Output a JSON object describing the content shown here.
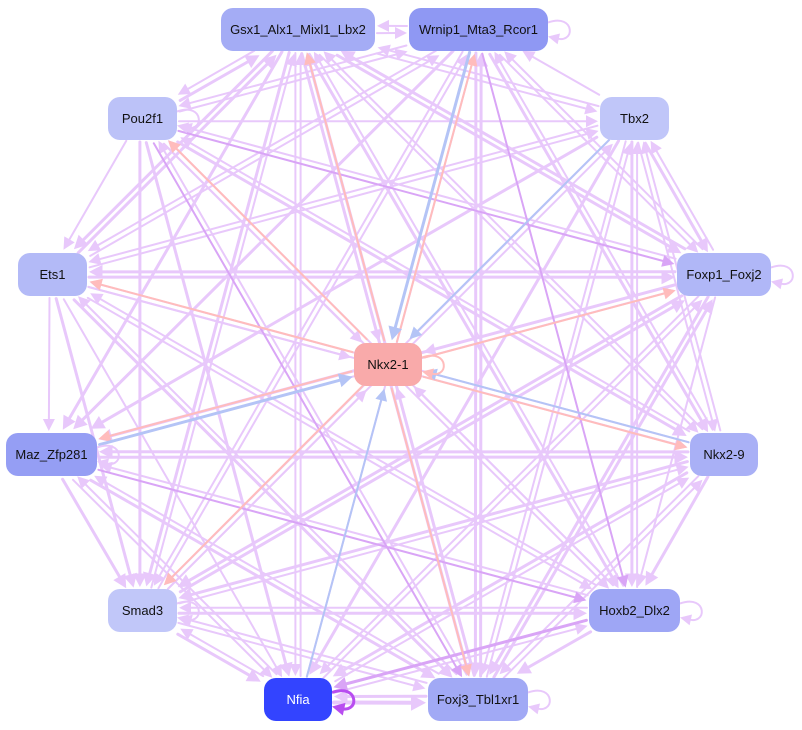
{
  "diagram": {
    "type": "gene-regulatory-network",
    "nodes": [
      {
        "id": "gsx1",
        "label": "Gsx1_Alx1_Mixl1_Lbx2",
        "color": "#a4acf5",
        "text_color": "#111111"
      },
      {
        "id": "wrnip1",
        "label": "Wrnip1_Mta3_Rcor1",
        "color": "#8f98f3",
        "text_color": "#111111"
      },
      {
        "id": "pou2f1",
        "label": "Pou2f1",
        "color": "#bcc2f8",
        "text_color": "#111111"
      },
      {
        "id": "tbx2",
        "label": "Tbx2",
        "color": "#c0c6f9",
        "text_color": "#111111"
      },
      {
        "id": "ets1",
        "label": "Ets1",
        "color": "#b3baf7",
        "text_color": "#111111"
      },
      {
        "id": "foxp1",
        "label": "Foxp1_Foxj2",
        "color": "#b0b7f7",
        "text_color": "#111111"
      },
      {
        "id": "nkx21",
        "label": "Nkx2-1",
        "color": "#f9aaaa",
        "text_color": "#111111"
      },
      {
        "id": "maz",
        "label": "Maz_Zfp281",
        "color": "#959ef4",
        "text_color": "#111111"
      },
      {
        "id": "nkx29",
        "label": "Nkx2-9",
        "color": "#a9b0f6",
        "text_color": "#111111"
      },
      {
        "id": "smad3",
        "label": "Smad3",
        "color": "#c1c7f9",
        "text_color": "#111111"
      },
      {
        "id": "hoxb2",
        "label": "Hoxb2_Dlx2",
        "color": "#9ea6f5",
        "text_color": "#111111"
      },
      {
        "id": "nfia",
        "label": "Nfia",
        "color": "#3344ff",
        "text_color": "#ffffff"
      },
      {
        "id": "foxj3",
        "label": "Foxj3_Tbl1xr1",
        "color": "#a1a9f5",
        "text_color": "#111111"
      }
    ],
    "edge_colors": {
      "regulation": "#e8c8fb",
      "strong": "#d9a5f6",
      "activation": "#ffbcbc",
      "repression": "#b4c4f6",
      "self_loop_strong": "#b84df0"
    },
    "edges": [
      {
        "from": "ets1",
        "to": "foxp1",
        "kind": "regulation",
        "w": 3
      },
      {
        "from": "foxp1",
        "to": "ets1",
        "kind": "regulation",
        "w": 3
      },
      {
        "from": "ets1",
        "to": "nkx29",
        "kind": "regulation",
        "w": 2
      },
      {
        "from": "ets1",
        "to": "hoxb2",
        "kind": "regulation",
        "w": 2
      },
      {
        "from": "ets1",
        "to": "foxj3",
        "kind": "regulation",
        "w": 3
      },
      {
        "from": "ets1",
        "to": "nfia",
        "kind": "regulation",
        "w": 2
      },
      {
        "from": "ets1",
        "to": "smad3",
        "kind": "regulation",
        "w": 3
      },
      {
        "from": "ets1",
        "to": "maz",
        "kind": "regulation",
        "w": 2
      },
      {
        "from": "ets1",
        "to": "gsx1",
        "kind": "regulation",
        "w": 3
      },
      {
        "from": "ets1",
        "to": "wrnip1",
        "kind": "regulation",
        "w": 2
      },
      {
        "from": "ets1",
        "to": "tbx2",
        "kind": "regulation",
        "w": 2
      },
      {
        "from": "pou2f1",
        "to": "foxp1",
        "kind": "strong",
        "w": 2
      },
      {
        "from": "pou2f1",
        "to": "nkx29",
        "kind": "regulation",
        "w": 3
      },
      {
        "from": "pou2f1",
        "to": "hoxb2",
        "kind": "regulation",
        "w": 2
      },
      {
        "from": "pou2f1",
        "to": "foxj3",
        "kind": "strong",
        "w": 2
      },
      {
        "from": "pou2f1",
        "to": "nfia",
        "kind": "regulation",
        "w": 3
      },
      {
        "from": "pou2f1",
        "to": "smad3",
        "kind": "regulation",
        "w": 3
      },
      {
        "from": "pou2f1",
        "to": "ets1",
        "kind": "regulation",
        "w": 2
      },
      {
        "from": "pou2f1",
        "to": "gsx1",
        "kind": "regulation",
        "w": 3
      },
      {
        "from": "pou2f1",
        "to": "wrnip1",
        "kind": "regulation",
        "w": 2
      },
      {
        "from": "pou2f1",
        "to": "tbx2",
        "kind": "regulation",
        "w": 2
      },
      {
        "from": "gsx1",
        "to": "wrnip1",
        "kind": "regulation",
        "w": 2
      },
      {
        "from": "wrnip1",
        "to": "gsx1",
        "kind": "regulation",
        "w": 2
      },
      {
        "from": "gsx1",
        "to": "foxp1",
        "kind": "regulation",
        "w": 3
      },
      {
        "from": "gsx1",
        "to": "nkx29",
        "kind": "regulation",
        "w": 2
      },
      {
        "from": "gsx1",
        "to": "hoxb2",
        "kind": "regulation",
        "w": 3
      },
      {
        "from": "gsx1",
        "to": "foxj3",
        "kind": "regulation",
        "w": 3
      },
      {
        "from": "gsx1",
        "to": "nfia",
        "kind": "regulation",
        "w": 2
      },
      {
        "from": "gsx1",
        "to": "smad3",
        "kind": "regulation",
        "w": 3
      },
      {
        "from": "gsx1",
        "to": "maz",
        "kind": "regulation",
        "w": 3
      },
      {
        "from": "gsx1",
        "to": "ets1",
        "kind": "regulation",
        "w": 3
      },
      {
        "from": "gsx1",
        "to": "pou2f1",
        "kind": "regulation",
        "w": 2
      },
      {
        "from": "gsx1",
        "to": "tbx2",
        "kind": "regulation",
        "w": 2
      },
      {
        "from": "wrnip1",
        "to": "hoxb2",
        "kind": "strong",
        "w": 2
      },
      {
        "from": "wrnip1",
        "to": "nkx29",
        "kind": "regulation",
        "w": 3
      },
      {
        "from": "wrnip1",
        "to": "foxp1",
        "kind": "regulation",
        "w": 2
      },
      {
        "from": "wrnip1",
        "to": "foxj3",
        "kind": "regulation",
        "w": 3
      },
      {
        "from": "wrnip1",
        "to": "smad3",
        "kind": "regulation",
        "w": 2
      },
      {
        "from": "wrnip1",
        "to": "maz",
        "kind": "regulation",
        "w": 3
      },
      {
        "from": "wrnip1",
        "to": "ets1",
        "kind": "regulation",
        "w": 2
      },
      {
        "from": "wrnip1",
        "to": "pou2f1",
        "kind": "regulation",
        "w": 2
      },
      {
        "from": "tbx2",
        "to": "wrnip1",
        "kind": "regulation",
        "w": 2
      },
      {
        "from": "tbx2",
        "to": "gsx1",
        "kind": "regulation",
        "w": 2
      },
      {
        "from": "tbx2",
        "to": "foxp1",
        "kind": "regulation",
        "w": 3
      },
      {
        "from": "tbx2",
        "to": "nkx29",
        "kind": "regulation",
        "w": 2
      },
      {
        "from": "tbx2",
        "to": "hoxb2",
        "kind": "regulation",
        "w": 3
      },
      {
        "from": "tbx2",
        "to": "foxj3",
        "kind": "regulation",
        "w": 2
      },
      {
        "from": "tbx2",
        "to": "nfia",
        "kind": "regulation",
        "w": 3
      },
      {
        "from": "tbx2",
        "to": "smad3",
        "kind": "regulation",
        "w": 2
      },
      {
        "from": "tbx2",
        "to": "maz",
        "kind": "regulation",
        "w": 3
      },
      {
        "from": "tbx2",
        "to": "ets1",
        "kind": "regulation",
        "w": 2
      },
      {
        "from": "foxp1",
        "to": "gsx1",
        "kind": "regulation",
        "w": 3
      },
      {
        "from": "foxp1",
        "to": "wrnip1",
        "kind": "regulation",
        "w": 2
      },
      {
        "from": "foxp1",
        "to": "tbx2",
        "kind": "regulation",
        "w": 2
      },
      {
        "from": "foxp1",
        "to": "pou2f1",
        "kind": "regulation",
        "w": 2
      },
      {
        "from": "foxp1",
        "to": "maz",
        "kind": "regulation",
        "w": 3
      },
      {
        "from": "foxp1",
        "to": "smad3",
        "kind": "regulation",
        "w": 3
      },
      {
        "from": "foxp1",
        "to": "nfia",
        "kind": "regulation",
        "w": 2
      },
      {
        "from": "foxp1",
        "to": "foxj3",
        "kind": "regulation",
        "w": 3
      },
      {
        "from": "foxp1",
        "to": "hoxb2",
        "kind": "regulation",
        "w": 2
      },
      {
        "from": "maz",
        "to": "nkx29",
        "kind": "regulation",
        "w": 3
      },
      {
        "from": "nkx29",
        "to": "maz",
        "kind": "regulation",
        "w": 3
      },
      {
        "from": "maz",
        "to": "hoxb2",
        "kind": "strong",
        "w": 2
      },
      {
        "from": "maz",
        "to": "foxj3",
        "kind": "regulation",
        "w": 3
      },
      {
        "from": "maz",
        "to": "nfia",
        "kind": "regulation",
        "w": 2
      },
      {
        "from": "maz",
        "to": "smad3",
        "kind": "regulation",
        "w": 3
      },
      {
        "from": "maz",
        "to": "foxp1",
        "kind": "regulation",
        "w": 2
      },
      {
        "from": "nkx29",
        "to": "smad3",
        "kind": "regulation",
        "w": 3
      },
      {
        "from": "nkx29",
        "to": "nfia",
        "kind": "regulation",
        "w": 3
      },
      {
        "from": "nkx29",
        "to": "foxj3",
        "kind": "regulation",
        "w": 2
      },
      {
        "from": "nkx29",
        "to": "hoxb2",
        "kind": "regulation",
        "w": 3
      },
      {
        "from": "nkx29",
        "to": "ets1",
        "kind": "regulation",
        "w": 2
      },
      {
        "from": "nkx29",
        "to": "pou2f1",
        "kind": "regulation",
        "w": 2
      },
      {
        "from": "nkx29",
        "to": "gsx1",
        "kind": "regulation",
        "w": 2
      },
      {
        "from": "nkx29",
        "to": "wrnip1",
        "kind": "regulation",
        "w": 2
      },
      {
        "from": "nkx29",
        "to": "tbx2",
        "kind": "regulation",
        "w": 2
      },
      {
        "from": "smad3",
        "to": "hoxb2",
        "kind": "regulation",
        "w": 3
      },
      {
        "from": "hoxb2",
        "to": "smad3",
        "kind": "regulation",
        "w": 2
      },
      {
        "from": "smad3",
        "to": "nfia",
        "kind": "regulation",
        "w": 3
      },
      {
        "from": "smad3",
        "to": "foxj3",
        "kind": "regulation",
        "w": 2
      },
      {
        "from": "smad3",
        "to": "foxp1",
        "kind": "regulation",
        "w": 3
      },
      {
        "from": "smad3",
        "to": "nkx29",
        "kind": "regulation",
        "w": 2
      },
      {
        "from": "smad3",
        "to": "tbx2",
        "kind": "regulation",
        "w": 2
      },
      {
        "from": "smad3",
        "to": "wrnip1",
        "kind": "regulation",
        "w": 2
      },
      {
        "from": "smad3",
        "to": "gsx1",
        "kind": "regulation",
        "w": 2
      },
      {
        "from": "hoxb2",
        "to": "nfia",
        "kind": "strong",
        "w": 3
      },
      {
        "from": "hoxb2",
        "to": "foxj3",
        "kind": "regulation",
        "w": 3
      },
      {
        "from": "hoxb2",
        "to": "maz",
        "kind": "regulation",
        "w": 2
      },
      {
        "from": "hoxb2",
        "to": "ets1",
        "kind": "regulation",
        "w": 2
      },
      {
        "from": "hoxb2",
        "to": "pou2f1",
        "kind": "regulation",
        "w": 2
      },
      {
        "from": "hoxb2",
        "to": "gsx1",
        "kind": "regulation",
        "w": 2
      },
      {
        "from": "hoxb2",
        "to": "tbx2",
        "kind": "regulation",
        "w": 2
      },
      {
        "from": "nfia",
        "to": "foxj3",
        "kind": "regulation",
        "w": 4
      },
      {
        "from": "foxj3",
        "to": "nfia",
        "kind": "regulation",
        "w": 3
      },
      {
        "from": "nfia",
        "to": "hoxb2",
        "kind": "regulation",
        "w": 2
      },
      {
        "from": "nfia",
        "to": "smad3",
        "kind": "regulation",
        "w": 2
      },
      {
        "from": "nfia",
        "to": "maz",
        "kind": "regulation",
        "w": 2
      },
      {
        "from": "nfia",
        "to": "foxp1",
        "kind": "regulation",
        "w": 2
      },
      {
        "from": "nfia",
        "to": "nkx29",
        "kind": "regulation",
        "w": 2
      },
      {
        "from": "nfia",
        "to": "gsx1",
        "kind": "regulation",
        "w": 2
      },
      {
        "from": "nfia",
        "to": "wrnip1",
        "kind": "regulation",
        "w": 2
      },
      {
        "from": "foxj3",
        "to": "smad3",
        "kind": "regulation",
        "w": 2
      },
      {
        "from": "foxj3",
        "to": "maz",
        "kind": "regulation",
        "w": 2
      },
      {
        "from": "foxj3",
        "to": "foxp1",
        "kind": "regulation",
        "w": 3
      },
      {
        "from": "foxj3",
        "to": "nkx29",
        "kind": "regulation",
        "w": 2
      },
      {
        "from": "foxj3",
        "to": "gsx1",
        "kind": "regulation",
        "w": 3
      },
      {
        "from": "foxj3",
        "to": "wrnip1",
        "kind": "regulation",
        "w": 3
      },
      {
        "from": "foxj3",
        "to": "tbx2",
        "kind": "regulation",
        "w": 2
      },
      {
        "from": "foxj3",
        "to": "pou2f1",
        "kind": "regulation",
        "w": 2
      },
      {
        "from": "foxj3",
        "to": "ets1",
        "kind": "regulation",
        "w": 2
      },
      {
        "from": "nkx21",
        "to": "ets1",
        "kind": "activation",
        "w": 2
      },
      {
        "from": "nkx21",
        "to": "foxp1",
        "kind": "activation",
        "w": 2
      },
      {
        "from": "nkx21",
        "to": "smad3",
        "kind": "activation",
        "w": 2
      },
      {
        "from": "nkx21",
        "to": "maz",
        "kind": "activation",
        "w": 2
      },
      {
        "from": "nkx21",
        "to": "nkx29",
        "kind": "activation",
        "w": 2
      },
      {
        "from": "nkx21",
        "to": "pou2f1",
        "kind": "activation",
        "w": 2
      },
      {
        "from": "nkx21",
        "to": "wrnip1",
        "kind": "activation",
        "w": 2
      },
      {
        "from": "nkx21",
        "to": "foxj3",
        "kind": "activation",
        "w": 2
      },
      {
        "from": "nkx21",
        "to": "gsx1",
        "kind": "activation",
        "w": 2
      },
      {
        "from": "nfia",
        "to": "nkx21",
        "kind": "repression",
        "w": 2
      },
      {
        "from": "maz",
        "to": "nkx21",
        "kind": "repression",
        "w": 3
      },
      {
        "from": "wrnip1",
        "to": "nkx21",
        "kind": "repression",
        "w": 3
      },
      {
        "from": "tbx2",
        "to": "nkx21",
        "kind": "repression",
        "w": 2
      },
      {
        "from": "nkx29",
        "to": "nkx21",
        "kind": "repression",
        "w": 2
      },
      {
        "from": "gsx1",
        "to": "nkx21",
        "kind": "regulation",
        "w": 2
      },
      {
        "from": "pou2f1",
        "to": "nkx21",
        "kind": "regulation",
        "w": 2
      },
      {
        "from": "ets1",
        "to": "nkx21",
        "kind": "regulation",
        "w": 2
      },
      {
        "from": "smad3",
        "to": "nkx21",
        "kind": "regulation",
        "w": 2
      },
      {
        "from": "hoxb2",
        "to": "nkx21",
        "kind": "regulation",
        "w": 2
      },
      {
        "from": "foxj3",
        "to": "nkx21",
        "kind": "regulation",
        "w": 2
      },
      {
        "from": "foxp1",
        "to": "nkx21",
        "kind": "regulation",
        "w": 2
      }
    ],
    "self_loops": [
      {
        "node": "wrnip1",
        "kind": "regulation",
        "w": 2
      },
      {
        "node": "pou2f1",
        "kind": "regulation",
        "w": 2
      },
      {
        "node": "foxp1",
        "kind": "regulation",
        "w": 2
      },
      {
        "node": "nkx21",
        "kind": "activation",
        "w": 2
      },
      {
        "node": "maz",
        "kind": "regulation",
        "w": 2
      },
      {
        "node": "smad3",
        "kind": "regulation",
        "w": 2
      },
      {
        "node": "hoxb2",
        "kind": "regulation",
        "w": 2
      },
      {
        "node": "nfia",
        "kind": "self_loop_strong",
        "w": 3
      },
      {
        "node": "foxj3",
        "kind": "regulation",
        "w": 2
      }
    ]
  }
}
